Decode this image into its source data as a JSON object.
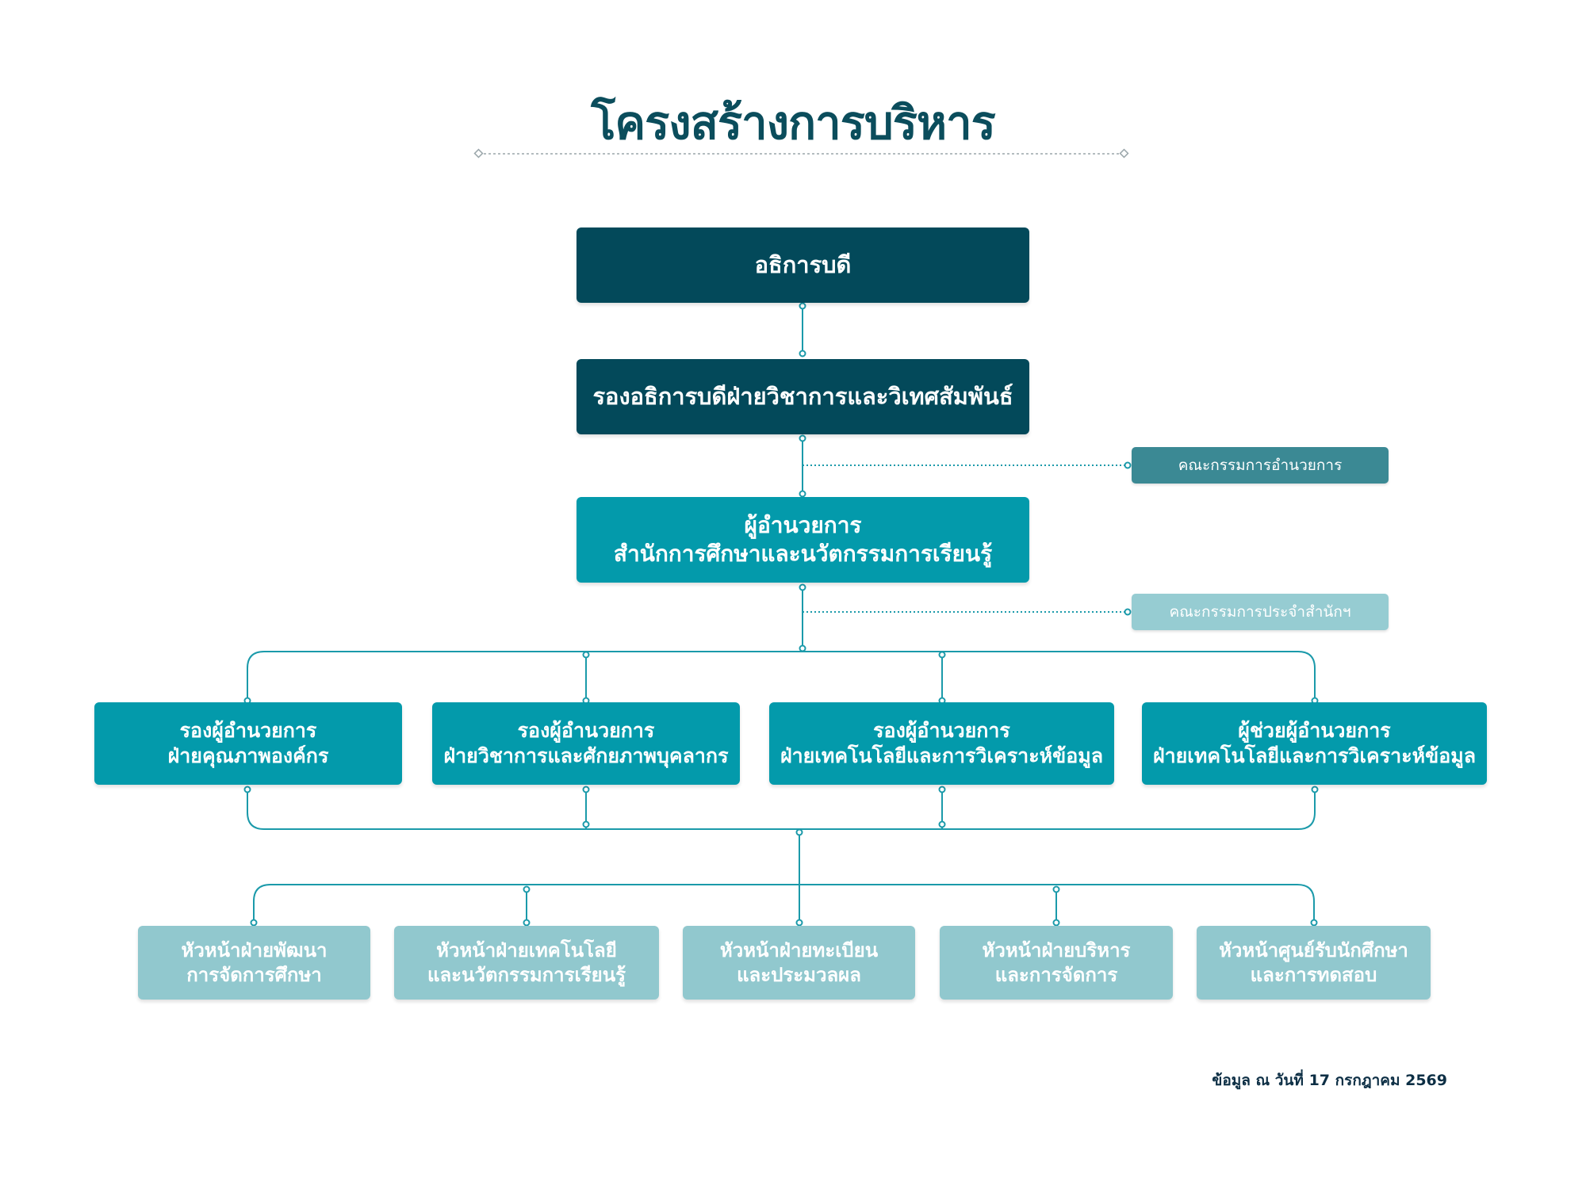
{
  "title": "โครงสร้างการบริหาร",
  "org": {
    "president": "อธิการบดี",
    "vice_president": "รองอธิการบดีฝ่ายวิชาการและวิเทศสัมพันธ์",
    "director": {
      "line1": "ผู้อำนวยการ",
      "line2": "สำนักการศึกษาและนวัตกรรมการเรียนรู้"
    },
    "committees": [
      "คณะกรรมการอำนวยการ",
      "คณะกรรมการประจำสำนักฯ"
    ],
    "deputies": [
      {
        "line1": "รองผู้อำนวยการ",
        "line2": "ฝ่ายคุณภาพองค์กร"
      },
      {
        "line1": "รองผู้อำนวยการ",
        "line2": "ฝ่ายวิชาการและศักยภาพบุคลากร"
      },
      {
        "line1": "รองผู้อำนวยการ",
        "line2": "ฝ่ายเทคโนโลยีและการวิเคราะห์ข้อมูล"
      },
      {
        "line1": "ผู้ช่วยผู้อำนวยการ",
        "line2": "ฝ่ายเทคโนโลยีและการวิเคราะห์ข้อมูล"
      }
    ],
    "heads": [
      {
        "line1": "หัวหน้าฝ่ายพัฒนา",
        "line2": "การจัดการศึกษา"
      },
      {
        "line1": "หัวหน้าฝ่ายเทคโนโลยี",
        "line2": "และนวัตกรรมการเรียนรู้"
      },
      {
        "line1": "หัวหน้าฝ่ายทะเบียน",
        "line2": "และประมวลผล"
      },
      {
        "line1": "หัวหน้าฝ่ายบริหาร",
        "line2": "และการจัดการ"
      },
      {
        "line1": "หัวหน้าศูนย์รับนักศึกษา",
        "line2": "และการทดสอบ"
      }
    ]
  },
  "footnote": "ข้อมูล ณ วันที่ 17 กรกฎาคม 2569",
  "colors": {
    "dark": "#03495a",
    "teal": "#039aab",
    "light": "#91c8ce",
    "line": "#1b9aaa",
    "title": "#0b4d5c"
  }
}
